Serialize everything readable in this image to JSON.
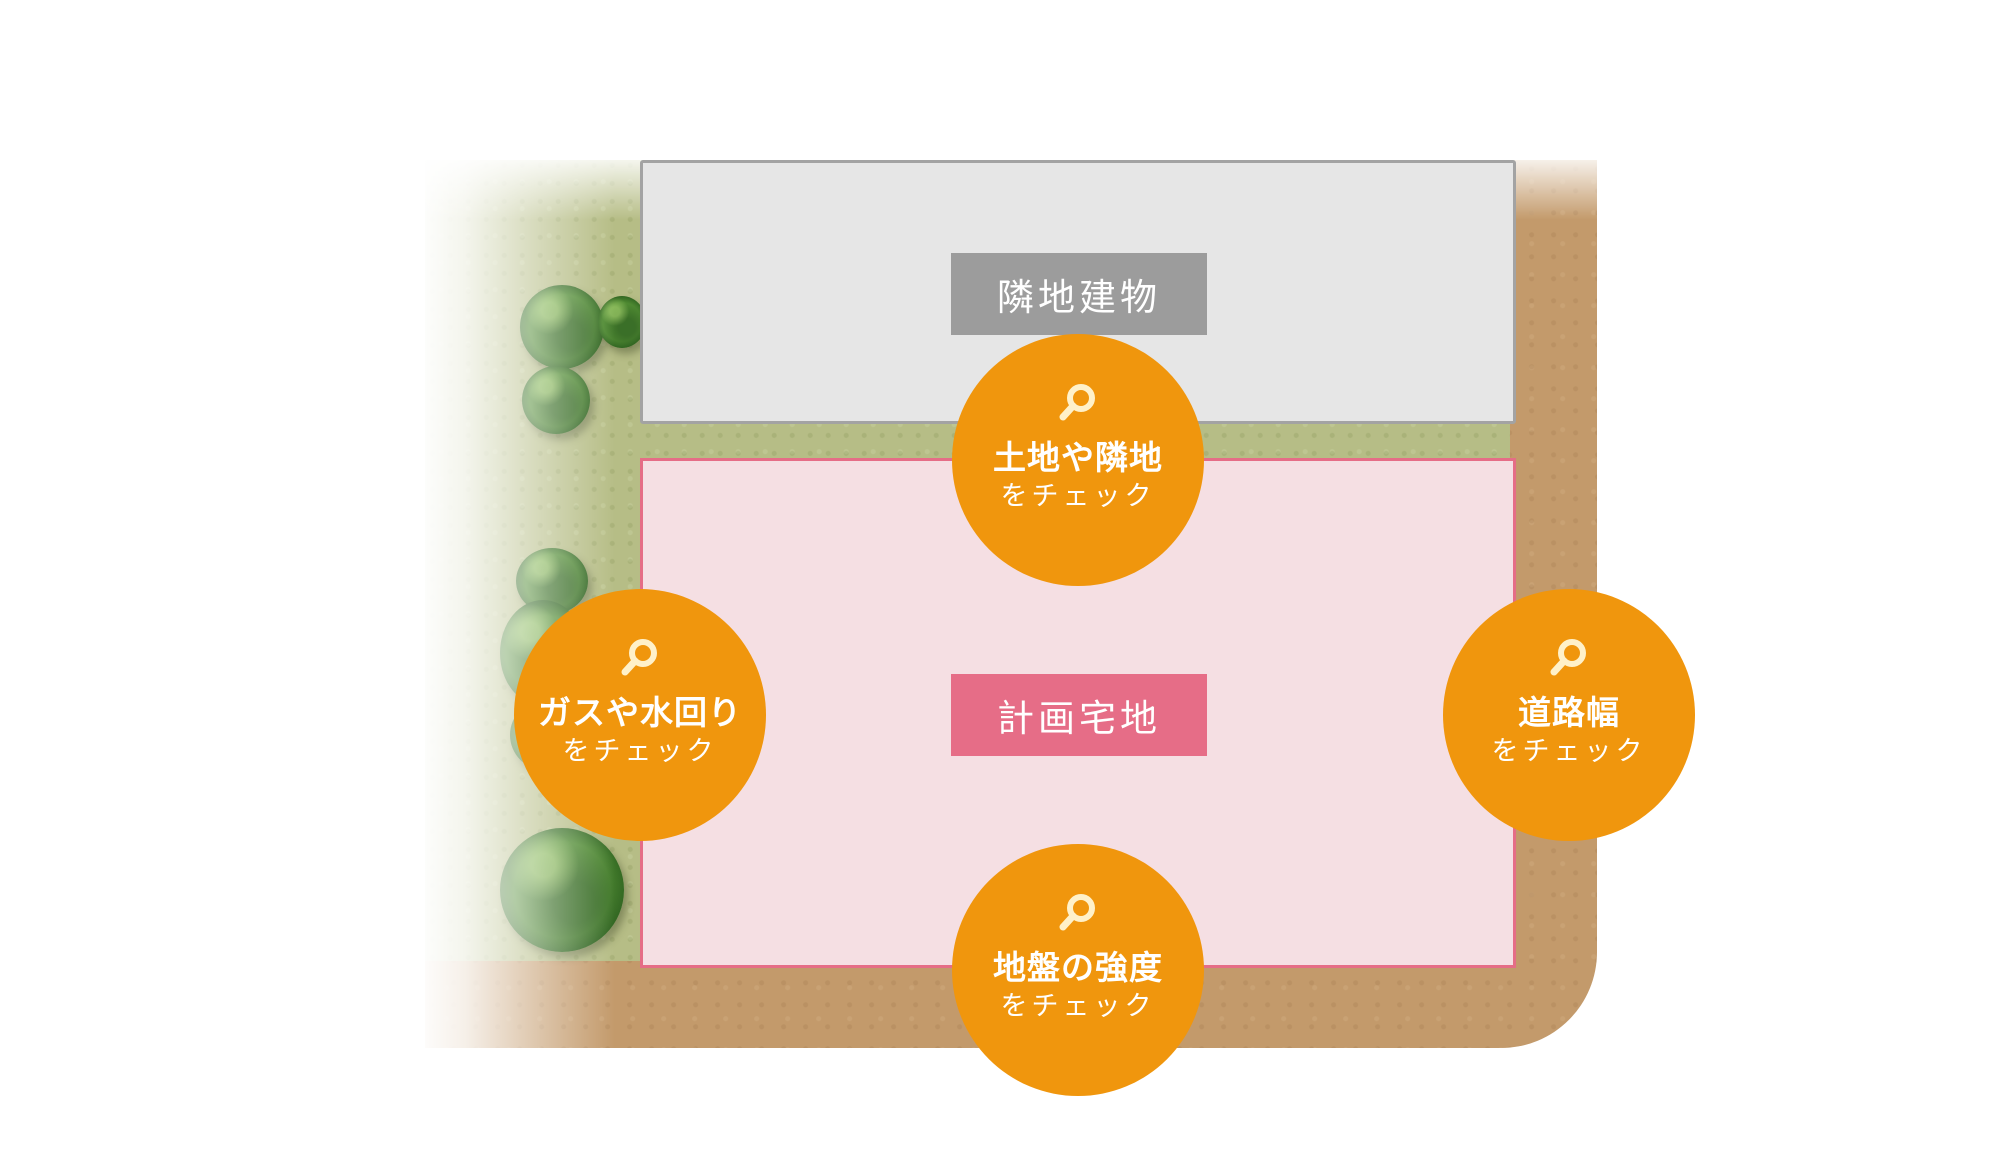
{
  "labels": {
    "neighbor_building": "隣地建物",
    "planned_site": "計画宅地"
  },
  "checks": [
    {
      "title": "土地や隣地",
      "subtitle": "をチェック",
      "icon": "magnifier-icon"
    },
    {
      "title": "ガスや水回り",
      "subtitle": "をチェック",
      "icon": "magnifier-icon"
    },
    {
      "title": "道路幅",
      "subtitle": "をチェック",
      "icon": "magnifier-icon"
    },
    {
      "title": "地盤の強度",
      "subtitle": "をチェック",
      "icon": "magnifier-icon"
    }
  ],
  "colors": {
    "badge": "#f0960d",
    "plan_fill": "#f5dfe3",
    "plan_border": "#e56d86",
    "plan_label": "#e66d87",
    "neighbor_fill": "#e6e6e6",
    "neighbor_border": "#a3a3a3",
    "neighbor_label": "#9c9c9c",
    "grass": "#b6bd86",
    "road": "#c39a6b"
  }
}
